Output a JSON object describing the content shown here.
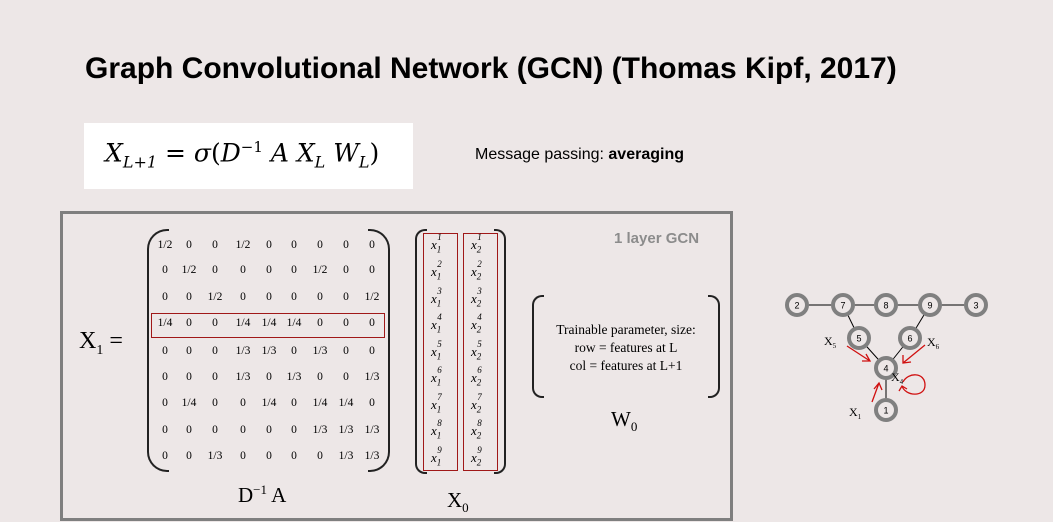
{
  "title": "Graph Convolutional Network (GCN) (Thomas Kipf, 2017)",
  "formula": "X_{L+1} = σ(D^{-1} A X_L W_L)",
  "message_passing": {
    "label": "Message passing: ",
    "value": "averaging"
  },
  "panel_label": "1 layer GCN",
  "lhs": {
    "base": "X",
    "sub": "1",
    "eq": "="
  },
  "matrix": {
    "label_base": "D",
    "label_sup": "−1",
    "label_rest": " A",
    "rows": [
      [
        "1/2",
        "0",
        "0",
        "1/2",
        "0",
        "0",
        "0",
        "0",
        "0"
      ],
      [
        "0",
        "1/2",
        "0",
        "0",
        "0",
        "0",
        "1/2",
        "0",
        "0"
      ],
      [
        "0",
        "0",
        "1/2",
        "0",
        "0",
        "0",
        "0",
        "0",
        "1/2"
      ],
      [
        "1/4",
        "0",
        "0",
        "1/4",
        "1/4",
        "1/4",
        "0",
        "0",
        "0"
      ],
      [
        "0",
        "0",
        "0",
        "1/3",
        "1/3",
        "0",
        "1/3",
        "0",
        "0"
      ],
      [
        "0",
        "0",
        "0",
        "1/3",
        "0",
        "1/3",
        "0",
        "0",
        "1/3"
      ],
      [
        "0",
        "1/4",
        "0",
        "0",
        "1/4",
        "0",
        "1/4",
        "1/4",
        "0"
      ],
      [
        "0",
        "0",
        "0",
        "0",
        "0",
        "0",
        "1/3",
        "1/3",
        "1/3"
      ],
      [
        "0",
        "0",
        "1/3",
        "0",
        "0",
        "0",
        "0",
        "1/3",
        "1/3"
      ]
    ],
    "highlighted_row": 4
  },
  "features": {
    "label_base": "X",
    "label_sub": "0",
    "columns": [
      "1",
      "2"
    ],
    "rows": [
      "1",
      "2",
      "3",
      "4",
      "5",
      "6",
      "7",
      "8",
      "9"
    ]
  },
  "weights": {
    "lines": [
      "Trainable parameter, size:",
      "row = features at L",
      "col = features at L+1"
    ],
    "label_base": "W",
    "label_sub": "0"
  },
  "graph": {
    "nodes": [
      "2",
      "7",
      "8",
      "9",
      "3",
      "5",
      "6",
      "4",
      "1"
    ],
    "labels": {
      "x5": "X",
      "x5s": "5",
      "x6": "X",
      "x6s": "6",
      "x1": "X",
      "x1s": "1",
      "x4": "X",
      "x4s": "4"
    },
    "accent": "#c00000"
  }
}
